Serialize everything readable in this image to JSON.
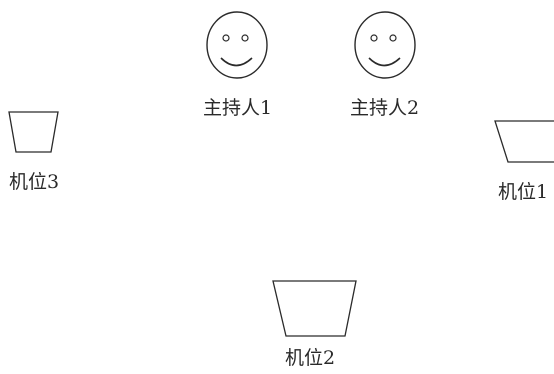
{
  "hosts": [
    {
      "label": "主持人1"
    },
    {
      "label": "主持人2"
    }
  ],
  "cameras": [
    {
      "label": "机位3"
    },
    {
      "label": "机位1"
    },
    {
      "label": "机位2"
    }
  ],
  "icons": {
    "host": "smiley-face-icon",
    "camera": "camera-trapezoid-icon"
  },
  "colors": {
    "stroke": "#2a2a2a",
    "background": "#ffffff"
  }
}
